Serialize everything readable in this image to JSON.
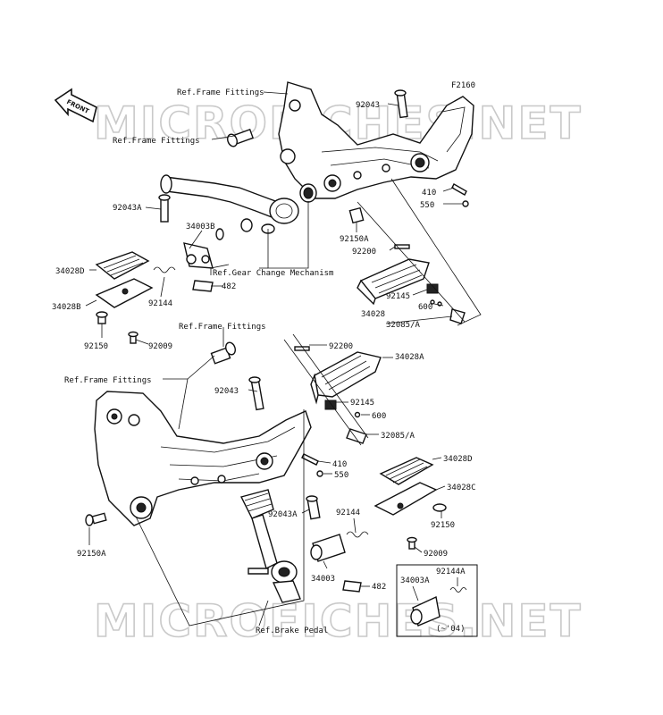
{
  "figure_code": "F2160",
  "front_arrow": "FRONT",
  "watermark": "MICROFICHES.NET",
  "labels": {
    "ref_frame_1": "Ref.Frame Fittings",
    "ref_frame_2": "Ref.Frame Fittings",
    "ref_frame_3": "Ref.Frame Fittings",
    "ref_frame_4": "Ref.Frame Fittings",
    "ref_gear_change": "Ref.Gear Change Mechanism",
    "ref_brake_pedal": "Ref.Brake Pedal",
    "p92043_top": "92043",
    "p92043a_top": "92043A",
    "p34003b": "34003B",
    "p410_top": "410",
    "p550_top": "550",
    "p92150a_top": "92150A",
    "p92200_top": "92200",
    "p34028d_top": "34028D",
    "p482_top": "482",
    "p92144_top": "92144",
    "p34028b": "34028B",
    "p92150_top": "92150",
    "p92009_top": "92009",
    "p34028_top": "34028",
    "p92145_top": "92145",
    "p600_top": "600",
    "p32085a_top": "32085/A",
    "p92200_mid": "92200",
    "p34028a": "34028A",
    "p92043_mid": "92043",
    "p92145_mid": "92145",
    "p600_mid": "600",
    "p32085a_mid": "32085/A",
    "p410_mid": "410",
    "p550_mid": "550",
    "p34028d_bot": "34028D",
    "p34028c": "34028C",
    "p92150_bot": "92150",
    "p92009_bot": "92009",
    "p92043a_bot": "92043A",
    "p92144_bot": "92144",
    "p34003": "34003",
    "p482_bot": "482",
    "p92150a_bot": "92150A",
    "p34003a": "34003A",
    "p92144a": "92144A",
    "inset_note": "(~'04)"
  }
}
